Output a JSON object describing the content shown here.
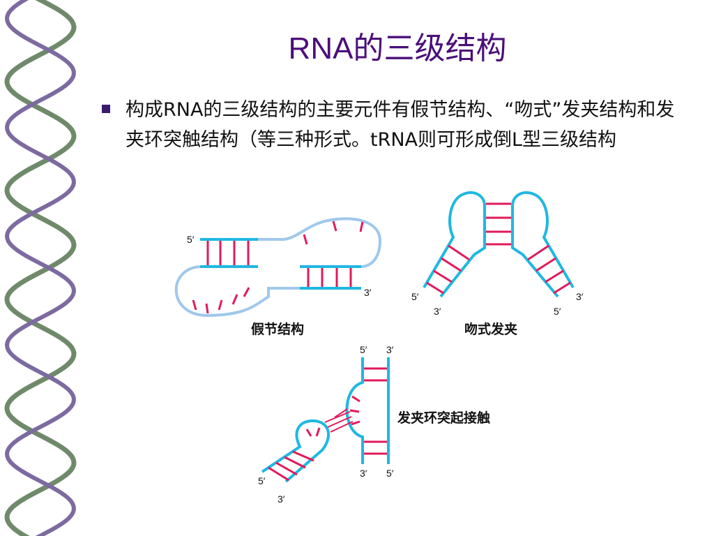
{
  "slide": {
    "title": "RNA的三级结构",
    "bullet": "构成RNA的三级结构的主要元件有假节结构、“吻式”发夹结构和发夹环突触结构（等三种形式。tRNA则可形成倒L型三级结构"
  },
  "figures": {
    "pseudoknot": {
      "caption": "假节结构",
      "label_5prime": "5′",
      "label_3prime": "3′"
    },
    "kissing": {
      "caption": "吻式发夹",
      "label_5prime_left": "5′",
      "label_3prime_left": "3′",
      "label_5prime_right": "5′",
      "label_3prime_right": "3′"
    },
    "loop_contact": {
      "caption": "发夹环突起接触",
      "label_5prime_top": "5′",
      "label_3prime_top": "3′",
      "label_3prime_bottom": "3′",
      "label_5prime_bottom": "5′",
      "label_5prime_hairpin": "5′",
      "label_3prime_hairpin": "3′"
    }
  },
  "colors": {
    "title": "#4b0f7a",
    "strand": "#1fb8e0",
    "loop_strand": "#9fc8ec",
    "base_pair": "#e01a5a",
    "helix_strand": "#6f8a6a"
  }
}
